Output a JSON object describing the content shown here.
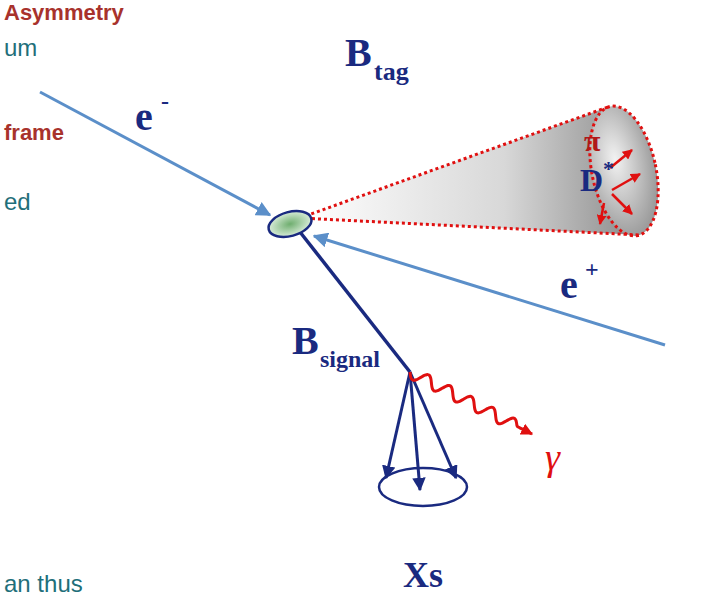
{
  "diagram": {
    "nodes": [
      {
        "text": [
          "Xs"
        ]
      }
    ],
    "labels": [
      "Asymmetry",
      "um",
      "frame",
      "ed",
      "an thus",
      "B",
      "tag",
      "e",
      "-",
      "π",
      "D",
      "*",
      "e",
      "+",
      "B",
      "signal",
      "γ"
    ]
  }
}
